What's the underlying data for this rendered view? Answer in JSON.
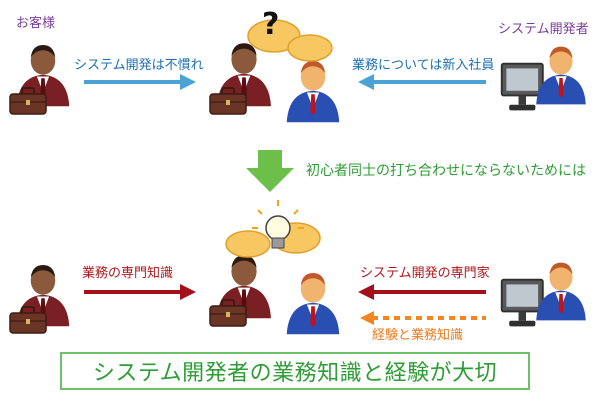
{
  "top_row": {
    "customer_label": "お客様",
    "developer_label": "システム開発者",
    "left_message": "システム開発は不慣れ",
    "right_message": "業務については新入社員"
  },
  "middle": {
    "transition_text": "初心者同士の打ち合わせにならないためには"
  },
  "bottom_row": {
    "left_message": "業務の専門知識",
    "right_message": "システム開発の専門家",
    "right_message_sub": "経験と業務知識"
  },
  "conclusion": "システム開発者の業務知識と経験が大切",
  "colors": {
    "purple": "#7b3f9a",
    "blue_arrow": "#4aa3d4",
    "red_arrow": "#a3121a",
    "orange_arrow": "#f5861f",
    "green": "#2e9d35"
  }
}
